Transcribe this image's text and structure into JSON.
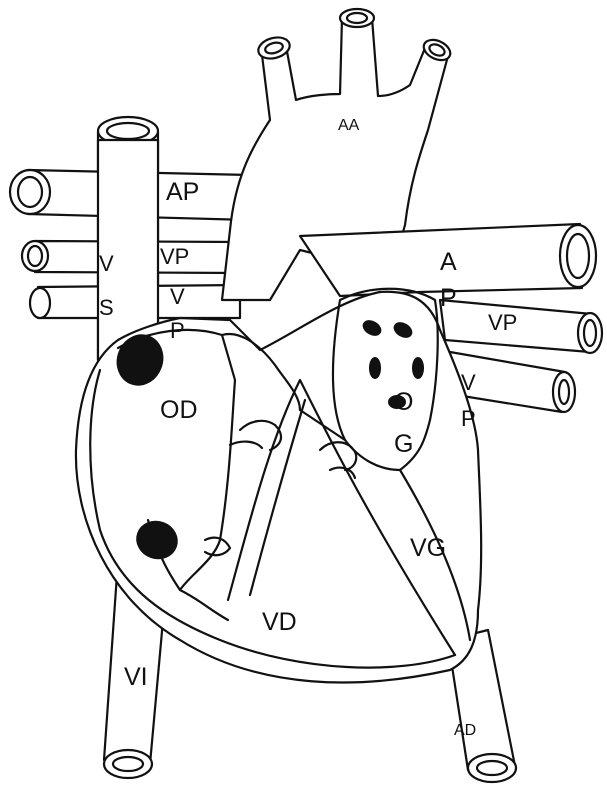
{
  "diagram": {
    "colors": {
      "line": "#111111",
      "fill": "#ffffff",
      "dark": "#111111"
    },
    "labels": {
      "aa": "AA",
      "ap": "AP",
      "vp_left": "VP",
      "v_left": "V",
      "s_left": "S",
      "v_left2": "V",
      "p_left": "P",
      "od": "OD",
      "a_right": "A",
      "p_right": "P",
      "vp_right": "VP",
      "v_right": "V",
      "p_right2": "P",
      "o": "O",
      "g": "G",
      "vg": "VG",
      "vd": "VD",
      "vi": "VI",
      "ad": "AD"
    }
  }
}
